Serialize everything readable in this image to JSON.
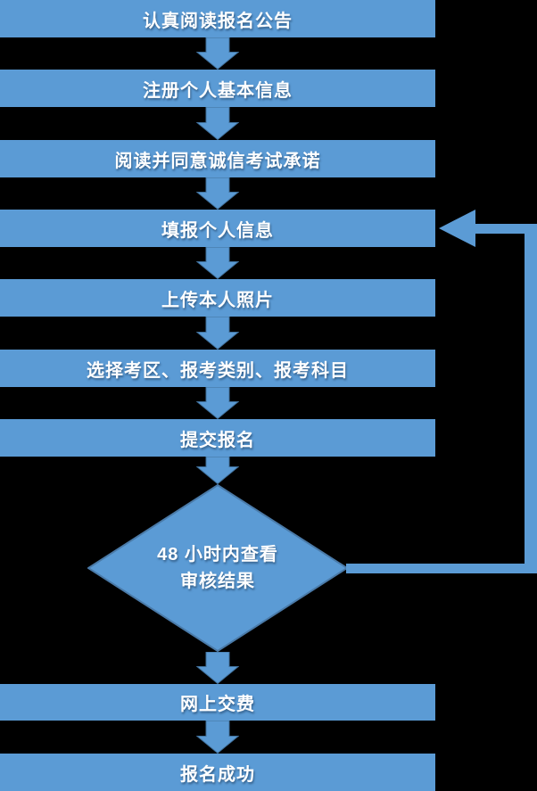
{
  "flowchart": {
    "title_implicit": "考试报名流程",
    "colors": {
      "background": "#000000",
      "node_fill": "#5b9bd5",
      "node_border": "#4a7aa8",
      "arrow_fill": "#5b9bd5",
      "arrow_border": "#41719c",
      "text": "#ffffff"
    },
    "steps": [
      {
        "label": "认真阅读报名公告"
      },
      {
        "label": "注册个人基本信息"
      },
      {
        "label": "阅读并同意诚信考试承诺"
      },
      {
        "label": "填报个人信息"
      },
      {
        "label": "上传本人照片"
      },
      {
        "label": "选择考区、报考类别、报考科目"
      },
      {
        "label": "提交报名"
      },
      {
        "label": "网上交费"
      },
      {
        "label": "报名成功"
      }
    ],
    "decision": {
      "line1": "48 小时内查看",
      "line2": "审核结果"
    },
    "feedback_loop": {
      "from": "48 小时内查看审核结果",
      "to": "填报个人信息"
    }
  }
}
